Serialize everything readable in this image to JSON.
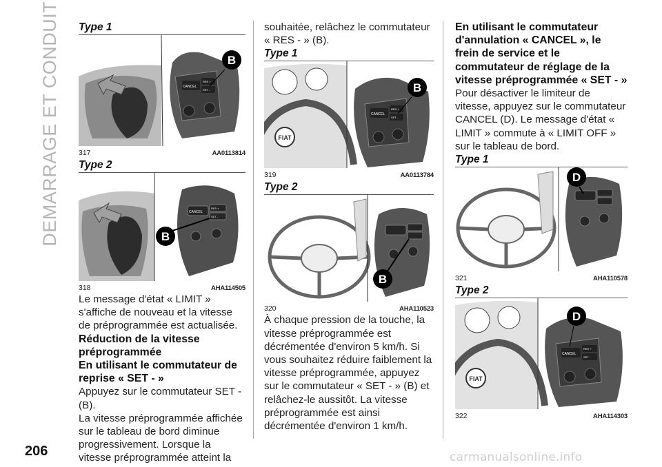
{
  "section_title": "DEMARRAGE ET CONDUITE",
  "page_number": "206",
  "watermark": "carmanualsonline.info",
  "col1": {
    "fig317": {
      "type": "Type 1",
      "num": "317",
      "code": "AA0113814",
      "callout": "B",
      "btn1": "CANCEL",
      "btn2": "RES +",
      "btn3": "SET -"
    },
    "fig318": {
      "type": "Type 2",
      "num": "318",
      "code": "AHA114505",
      "callout": "B",
      "btn1": "CANCEL",
      "btn2": "RES +",
      "btn3": "SET -"
    },
    "para1": "Le message d'état « LIMIT » s'affiche de nouveau et la vitesse de préprogrammée est actualisée.",
    "heading1": "Réduction de la vitesse préprogrammée",
    "heading2": "En utilisant le commutateur de reprise « SET - »",
    "para2": "Appuyez sur le commutateur SET - (B).",
    "para3": "La vitesse préprogrammée affichée sur le tableau de bord diminue progressivement. Lorsque la vitesse préprogrammée atteint la valeur"
  },
  "col2": {
    "para1": "souhaitée, relâchez le commutateur « RES - » (B).",
    "fig319": {
      "type": "Type 1",
      "num": "319",
      "code": "AA0113784",
      "callout": "B",
      "btn1": "CANCEL",
      "btn2": "RES +",
      "btn3": "SET -",
      "brand": "FIAT"
    },
    "fig320": {
      "type": "Type 2",
      "num": "320",
      "code": "AHA110523",
      "callout": "B"
    },
    "para2": "À chaque pression de la touche, la vitesse préprogrammée est décrémentée d'environ 5 km/h. Si vous souhaitez réduire faiblement la vitesse préprogrammée, appuyez sur le commutateur « SET - » (B) et relâchez-le aussitôt. La vitesse préprogrammée est ainsi décrémentée d'environ 1 km/h."
  },
  "col3": {
    "heading1": "En utilisant le commutateur d'annulation « CANCEL », le frein de service et le commutateur de réglage de la vitesse préprogrammée « SET - »",
    "para1": "Pour désactiver le limiteur de vitesse, appuyez sur le commutateur CANCEL (D). Le message d'état « LIMIT » commute à « LIMIT OFF » sur le tableau de bord.",
    "fig321": {
      "type": "Type 1",
      "num": "321",
      "code": "AHA110578",
      "callout": "D"
    },
    "fig322": {
      "type": "Type 2",
      "num": "322",
      "code": "AHA114303",
      "callout": "D",
      "btn1": "CANCEL",
      "btn2": "RES +",
      "btn3": "SET -",
      "brand": "FIAT"
    }
  }
}
